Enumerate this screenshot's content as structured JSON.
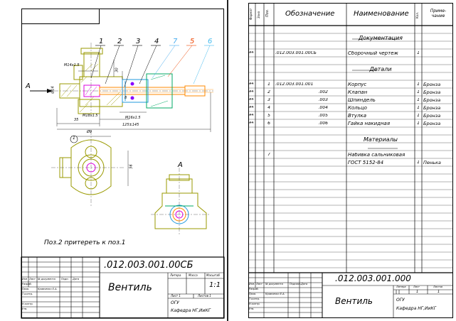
{
  "left_sheet": {
    "callouts": [
      "1",
      "2",
      "3",
      "4",
      "7",
      "5",
      "6"
    ],
    "callout_colors": [
      "#000000",
      "#000000",
      "#000000",
      "#000000",
      "#44aaee",
      "#ee4400",
      "#44bbee"
    ],
    "arrow_label": "A",
    "dims": {
      "m14x15": "М14х1.5",
      "dia14": "Ø14",
      "m18x15": "М18х1.5",
      "m16x15": "М16х1.5",
      "len35": "35",
      "len125": "125±145",
      "h30": "30",
      "d9": "Ø9",
      "h56": "56",
      "h8": "8",
      "small_1": "1"
    },
    "view_label": "А",
    "note": "Поз.2 притереть к поз.1",
    "title_block": {
      "designation": ".012.003.001.00СБ",
      "name": "Вентиль",
      "lit_header": "Литера",
      "mass_header": "Масса",
      "scale_header": "Масштаб",
      "scale": "1:1",
      "sheet": "Лист 1",
      "sheets": "Листов 1",
      "org1": "ОГУ",
      "org2": "Кафедра НГ,ИиКГ",
      "col_izm": "Изм",
      "col_list": "Лист",
      "col_doc": "№ документа",
      "col_sign": "Подп.",
      "col_date": "Дата",
      "row_razrab": "Разраб.",
      "razrab_name": "Кравченко Е.А.",
      "row_prov": "Пров.",
      "row_tkontr": "Т.контр.",
      "row_nkontr": "Н.контр.",
      "row_utv": "Утв."
    }
  },
  "right_sheet": {
    "headers": {
      "format": "Формат",
      "zone": "Зона",
      "pos": "Поз.",
      "designation": "Обозначение",
      "name": "Наименование",
      "qty": "Кол.",
      "note": "Приме-чание"
    },
    "rows": [
      {
        "format": "",
        "zone": "",
        "pos": "",
        "designation": "",
        "name": "",
        "qty": "",
        "note": ""
      },
      {
        "format": "",
        "zone": "",
        "pos": "",
        "designation": "",
        "name": "Документация",
        "qty": "",
        "note": "",
        "section": true
      },
      {
        "format": "",
        "zone": "",
        "pos": "",
        "designation": "",
        "name": "",
        "qty": "",
        "note": ""
      },
      {
        "format": "А4",
        "zone": "",
        "pos": "",
        "designation": ".012.003.001.00СБ",
        "name": "Сборочный чертеж",
        "qty": "1",
        "note": ""
      },
      {
        "format": "",
        "zone": "",
        "pos": "",
        "designation": "",
        "name": "",
        "qty": "",
        "note": ""
      },
      {
        "format": "",
        "zone": "",
        "pos": "",
        "designation": "",
        "name": "Детали",
        "qty": "",
        "note": "",
        "section": true
      },
      {
        "format": "",
        "zone": "",
        "pos": "",
        "designation": "",
        "name": "",
        "qty": "",
        "note": ""
      },
      {
        "format": "А4",
        "zone": "",
        "pos": "1",
        "designation": ".012.003.001.001",
        "name": "Корпус",
        "qty": "1",
        "note": "Бронза"
      },
      {
        "format": "А4",
        "zone": "",
        "pos": "2",
        "designation": ".002",
        "name": "Клапан",
        "qty": "1",
        "note": "Бронза"
      },
      {
        "format": "А4",
        "zone": "",
        "pos": "3",
        "designation": ".003",
        "name": "Шпиндель",
        "qty": "1",
        "note": "Бронза"
      },
      {
        "format": "А4",
        "zone": "",
        "pos": "4",
        "designation": ".004",
        "name": "Кольцо",
        "qty": "1",
        "note": "Бронза"
      },
      {
        "format": "А4",
        "zone": "",
        "pos": "5",
        "designation": ".005",
        "name": "Втулка",
        "qty": "1",
        "note": "Бронза"
      },
      {
        "format": "А4",
        "zone": "",
        "pos": "6",
        "designation": ".006",
        "name": "Гайка накидная",
        "qty": "1",
        "note": "Бронза"
      },
      {
        "format": "",
        "zone": "",
        "pos": "",
        "designation": "",
        "name": "",
        "qty": "",
        "note": ""
      },
      {
        "format": "",
        "zone": "",
        "pos": "",
        "designation": "",
        "name": "Материалы",
        "qty": "",
        "note": "",
        "section": true
      },
      {
        "format": "",
        "zone": "",
        "pos": "",
        "designation": "",
        "name": "",
        "qty": "",
        "note": ""
      },
      {
        "format": "",
        "zone": "",
        "pos": "7",
        "designation": "",
        "name": "Набивка сальниковая",
        "qty": "",
        "note": ""
      },
      {
        "format": "",
        "zone": "",
        "pos": "",
        "designation": "",
        "name": "ГОСТ 5152-84",
        "qty": "1",
        "note": "Пенька"
      }
    ],
    "title_block": {
      "designation": ".012.003.001.000",
      "name": "Вентиль",
      "lit_header": "Литера",
      "sheet_header": "Лист",
      "sheets_header": "Листов",
      "sheet": "1",
      "sheets": "1",
      "org1": "ОГУ",
      "org2": "Кафедра НГ,ИиКГ",
      "col_izm": "Изм.",
      "col_list": "Лист",
      "col_doc": "№ документа",
      "col_sign": "Подпись",
      "col_date": "Дата",
      "row_razrab": "Разраб.",
      "razrab_name": "Кравченко Е.А.",
      "row_prov": "Пров.",
      "row_tkontr": "Т.контр.",
      "row_nkontr": "Н.контр.",
      "row_utv": "Утв."
    }
  },
  "colors": {
    "body": "#9a9a00",
    "valve": "#dd00dd",
    "spindle": "#ff8800",
    "bushing": "#2299dd",
    "nut": "#00aa66",
    "ring": "#8800ff"
  }
}
